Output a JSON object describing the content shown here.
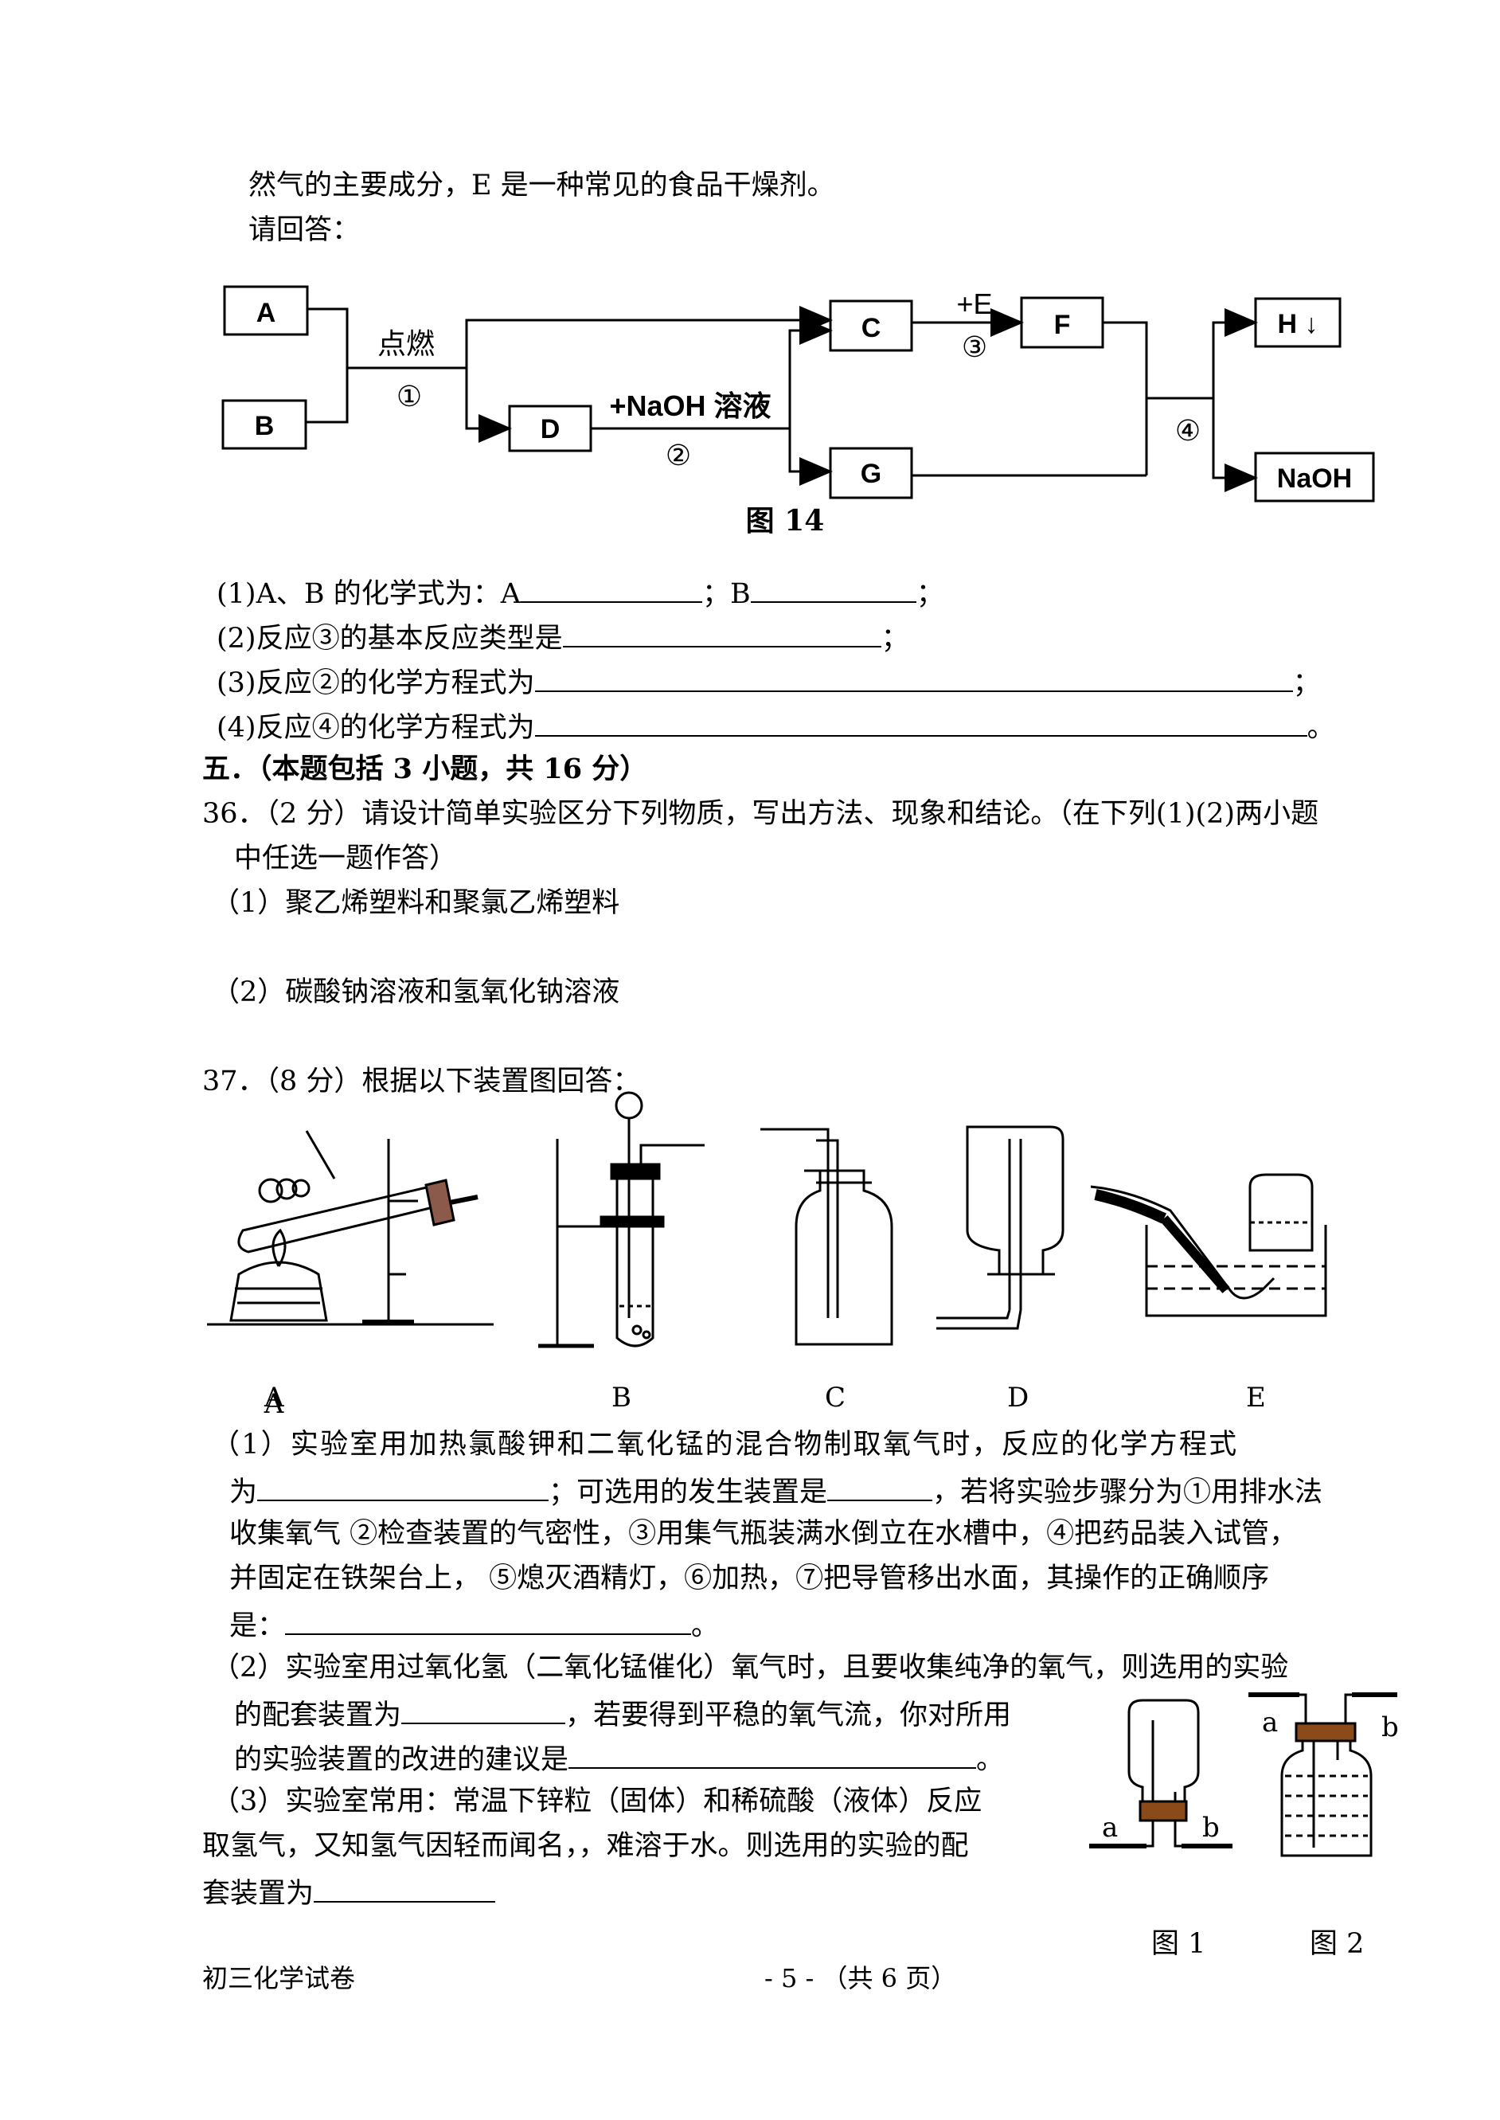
{
  "intro": {
    "line1": "然气的主要成分，E 是一种常见的食品干燥剂。",
    "line2": "请回答："
  },
  "figure14": {
    "caption": "图 14",
    "boxes": {
      "A": "A",
      "B": "B",
      "C": "C",
      "D": "D",
      "F": "F",
      "G": "G",
      "H": "H ↓",
      "NaOH": "NaOH"
    },
    "labels": {
      "ignite": "点燃",
      "r1": "①",
      "naoh": "+NaOH 溶液",
      "r2": "②",
      "plusE": "+E",
      "r3": "③",
      "r4": "④"
    }
  },
  "questions_35": {
    "q1": "(1)A、B 的化学式为：A",
    "q1_sep": "；B",
    "q1_end": "；",
    "q2": "(2)反应③的基本反应类型是",
    "q2_end": "；",
    "q3": "(3)反应②的化学方程式为",
    "q3_end": "；",
    "q4": "(4)反应④的化学方程式为",
    "q4_end": "。"
  },
  "section5": {
    "title": "五．（本题包括 3 小题，共 16 分）"
  },
  "q36": {
    "line1": "36．（2 分）请设计简单实验区分下列物质，写出方法、现象和结论。（在下列(1)(2)两小题",
    "line2": "中任选一题作答）",
    "opt1": "（1）聚乙烯塑料和聚氯乙烯塑料",
    "opt2": "（2）碳酸钠溶液和氢氧化钠溶液"
  },
  "q37": {
    "title": "37．（8 分）根据以下装置图回答：",
    "apparatus_labels": [
      "A",
      "B",
      "C",
      "D",
      "E"
    ],
    "p1_l1": "（1）实验室用加热氯酸钾和二氧化锰的混合物制取氧气时，反应的化学方程式",
    "p1_l2a": "为",
    "p1_l2b": "；可选用的发生装置是",
    "p1_l2c": "，若将实验步骤分为①用排水法",
    "p1_l3": "收集氧气 ②检查装置的气密性，③用集气瓶装满水倒立在水槽中，④把药品装入试管，",
    "p1_l4": "并固定在铁架台上， ⑤熄灭酒精灯，⑥加热，⑦把导管移出水面，其操作的正确顺序",
    "p1_l5a": "是：",
    "p1_l5b": "。",
    "p2_l1": "（2）实验室用过氧化氢（二氧化锰催化）氧气时，且要收集纯净的氧气，则选用的实验",
    "p2_l2a": "的配套装置为",
    "p2_l2b": "，若要得到平稳的氧气流，你对所用",
    "p2_l3a": "的实验装置的改进的建议是",
    "p2_l3b": "。",
    "p3_l1": "（3）实验室常用：常温下锌粒（固体）和稀硫酸（液体）反应",
    "p3_l2": "取氢气，又知氢气因轻而闻名，，难溶于水。则选用的实验的配",
    "p3_l3": "套装置为",
    "fig1": {
      "caption": "图 1",
      "a": "a",
      "b": "b"
    },
    "fig2": {
      "caption": "图 2",
      "a": "a",
      "b": "b"
    }
  },
  "footer": {
    "left": "初三化学试卷",
    "center": "- 5 -  （共 6 页）"
  }
}
